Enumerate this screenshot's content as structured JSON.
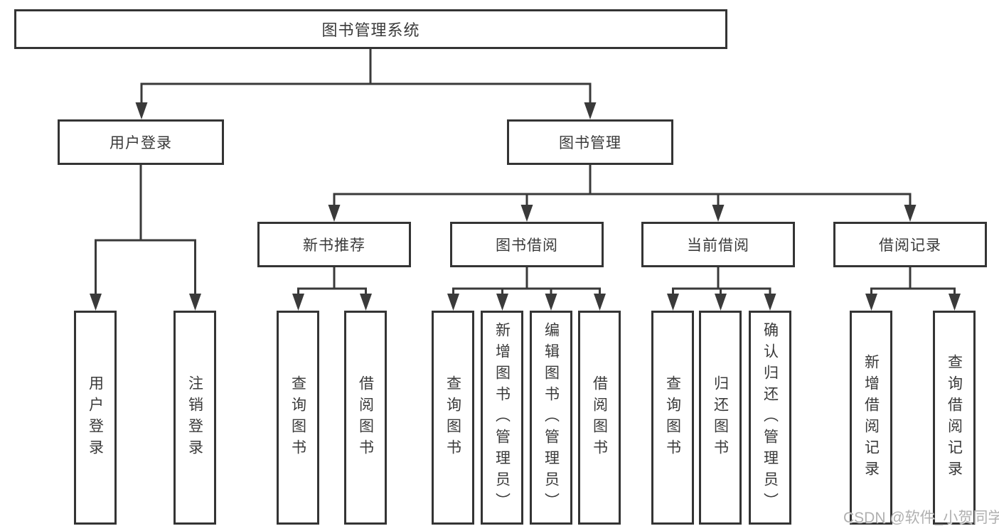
{
  "diagram": {
    "type": "hierarchy",
    "title": "图书管理系统"
  },
  "colors": {
    "background": "#ffffff",
    "box_border": "#343434",
    "line": "#3a3a3a",
    "text": "#3a3a3a",
    "watermark": "#b0b0b0"
  },
  "tree": {
    "label": "图书管理系统",
    "children": [
      {
        "label": "用户登录",
        "children": [
          {
            "label": "用户登录"
          },
          {
            "label": "注销登录"
          }
        ]
      },
      {
        "label": "图书管理",
        "children": [
          {
            "label": "新书推荐",
            "children": [
              {
                "label": "查询图书"
              },
              {
                "label": "借阅图书"
              }
            ]
          },
          {
            "label": "图书借阅",
            "children": [
              {
                "label": "查询图书"
              },
              {
                "label": "新增图书（管理员）"
              },
              {
                "label": "编辑图书（管理员）"
              },
              {
                "label": "借阅图书"
              }
            ]
          },
          {
            "label": "当前借阅",
            "children": [
              {
                "label": "查询图书"
              },
              {
                "label": "归还图书"
              },
              {
                "label": "确认归还（管理员）"
              }
            ]
          },
          {
            "label": "借阅记录",
            "children": [
              {
                "label": "新增借阅记录"
              },
              {
                "label": "查询借阅记录"
              }
            ]
          }
        ]
      }
    ]
  },
  "watermark": "CSDN @软件_小贺同学"
}
